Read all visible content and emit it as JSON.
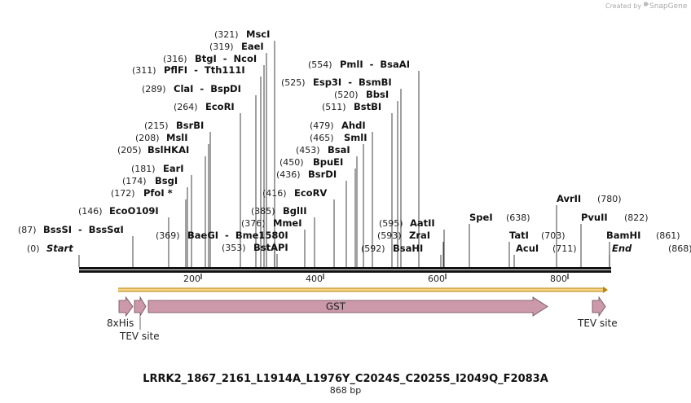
{
  "creator": {
    "prefix": "Created by",
    "brand": "SnapGene"
  },
  "plasmid": {
    "name": "LRRK2_1867_2161_L1914A_L1976Y_C2024S_C2025S_I2049Q_F2083A",
    "length_label": "868 bp",
    "length": 868
  },
  "ruler": {
    "ticks": [
      "200",
      "400",
      "600",
      "800"
    ]
  },
  "sites": [
    {
      "pos_label": "(0)",
      "name": "Start",
      "italic": true
    },
    {
      "pos_label": "(87)",
      "name": "BssSI  -  BssSαI"
    },
    {
      "pos_label": "(146)",
      "name": "EcoO109I"
    },
    {
      "pos_label": "(172)",
      "name": "PfoI *"
    },
    {
      "pos_label": "(174)",
      "name": "BsgI"
    },
    {
      "pos_label": "(181)",
      "name": "EarI"
    },
    {
      "pos_label": "(205)",
      "name": "BslHKAI"
    },
    {
      "pos_label": "(208)",
      "name": "MslI"
    },
    {
      "pos_label": "(215)",
      "name": "BsrBI"
    },
    {
      "pos_label": "(264)",
      "name": "EcoRI"
    },
    {
      "pos_label": "(289)",
      "name": "ClaI  -  BspDI"
    },
    {
      "pos_label": "(311)",
      "name": "PflFI  -  Tth111I"
    },
    {
      "pos_label": "(316)",
      "name": "BtgI  -  NcoI"
    },
    {
      "pos_label": "(319)",
      "name": "EaeI"
    },
    {
      "pos_label": "(321)",
      "name": "MscI"
    },
    {
      "pos_label": "(369)",
      "name": "BaeGI  -  Bme1580I"
    },
    {
      "pos_label": "(353)",
      "name": "BstAPI"
    },
    {
      "pos_label": "(376)",
      "name": "MmeI"
    },
    {
      "pos_label": "(385)",
      "name": "BglII"
    },
    {
      "pos_label": "(416)",
      "name": "EcoRV"
    },
    {
      "pos_label": "(436)",
      "name": "BsrDI"
    },
    {
      "pos_label": "(450)",
      "name": "BpuEI"
    },
    {
      "pos_label": "(453)",
      "name": "BsaI"
    },
    {
      "pos_label": "(465)",
      "name": "SmlI"
    },
    {
      "pos_label": "(479)",
      "name": "AhdI"
    },
    {
      "pos_label": "(511)",
      "name": "BstBI"
    },
    {
      "pos_label": "(520)",
      "name": "BbsI"
    },
    {
      "pos_label": "(525)",
      "name": "Esp3I  -  BsmBI"
    },
    {
      "pos_label": "(554)",
      "name": "PmlI  -  BsaAI"
    },
    {
      "pos_label": "(592)",
      "name": "BsaHI"
    },
    {
      "pos_label": "(593)",
      "name": "ZraI"
    },
    {
      "pos_label": "(595)",
      "name": "AatII"
    },
    {
      "pos_label": "(638)",
      "name": "SpeI"
    },
    {
      "pos_label": "(703)",
      "name": "TatI"
    },
    {
      "pos_label": "(711)",
      "name": "AcuI"
    },
    {
      "pos_label": "(780)",
      "name": "AvrII"
    },
    {
      "pos_label": "(822)",
      "name": "PvuII"
    },
    {
      "pos_label": "(861)",
      "name": "BamHI"
    },
    {
      "pos_label": "(868)",
      "name": "End",
      "italic": true
    }
  ],
  "features": [
    {
      "name": "8xHis",
      "label": "8xHis",
      "color": "#cc99aa",
      "start": 0,
      "end": 24
    },
    {
      "name": "TEV site",
      "label": "TEV site",
      "color": "#cc99aa",
      "start": 25,
      "end": 45
    },
    {
      "name": "GST",
      "label": "GST",
      "color": "#cc99aa",
      "start": 46,
      "end": 717
    },
    {
      "name": "TEV site",
      "label": "TEV site",
      "color": "#cc99aa",
      "start": 843,
      "end": 863
    }
  ],
  "orf": {
    "color": "#f5d48a",
    "border": "#b8860b",
    "start": 0,
    "end": 868
  }
}
